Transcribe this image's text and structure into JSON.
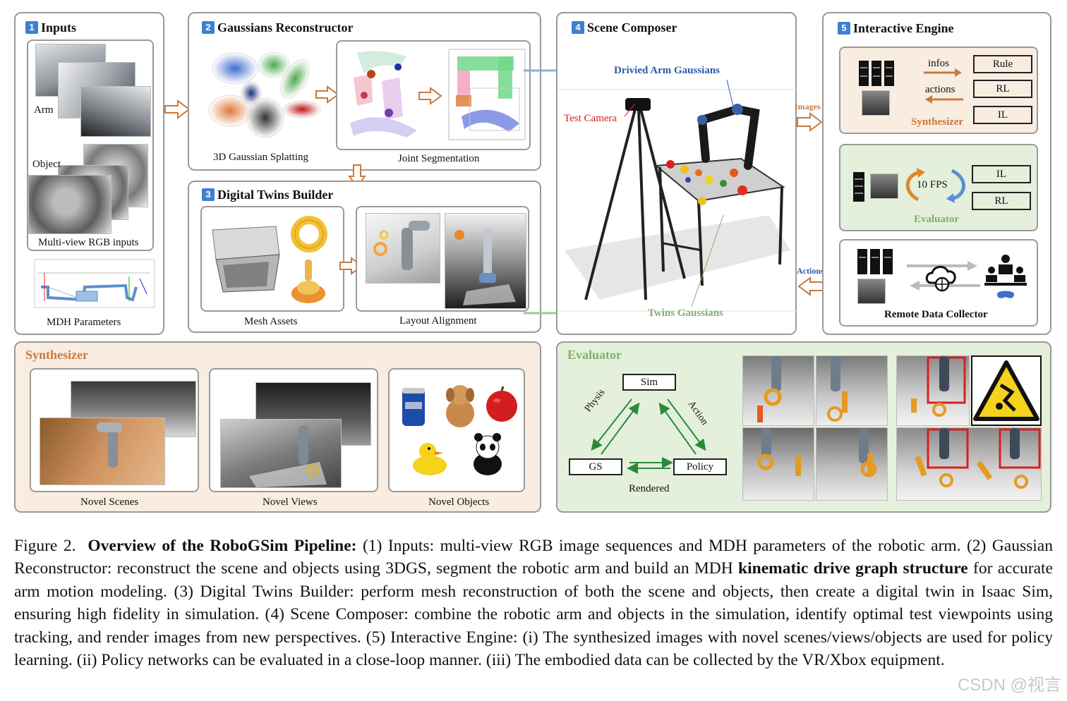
{
  "inputs": {
    "num": "1",
    "title": "Inputs",
    "arm_label": "Arm",
    "object_label": "Object",
    "multiview_label": "Multi-view RGB inputs",
    "mdh_label": "MDH Parameters"
  },
  "reconstructor": {
    "num": "2",
    "title": "Gaussians Reconstructor",
    "splat_label": "3D Gaussian Splatting",
    "seg_label": "Joint Segmentation"
  },
  "twins": {
    "num": "3",
    "title": "Digital Twins Builder",
    "mesh_label": "Mesh Assets",
    "layout_label": "Layout Alignment"
  },
  "composer": {
    "num": "4",
    "title": "Scene Composer",
    "arm_gauss": "Drivied Arm Gaussians",
    "test_camera": "Test Camera",
    "twins_gauss": "Twins Gaussians"
  },
  "engine": {
    "num": "5",
    "title": "Interactive  Engine",
    "infos": "infos",
    "actions": "actions",
    "rule": "Rule",
    "rl": "RL",
    "il": "IL",
    "synth_label": "Synthesizer",
    "fps": "10 FPS",
    "eval_il": "IL",
    "eval_rl": "RL",
    "eval_label": "Evaluator",
    "collector_label": "Remote Data Collector"
  },
  "flow": {
    "images": "Images",
    "actions": "Actions"
  },
  "synthesizer": {
    "title": "Synthesizer",
    "novel_scenes": "Novel Scenes",
    "novel_views": "Novel Views",
    "novel_objects": "Novel Objects"
  },
  "evaluator": {
    "title": "Evaluator",
    "sim": "Sim",
    "gs": "GS",
    "policy": "Policy",
    "physis": "Physis",
    "action": "Action",
    "rendered": "Rendered"
  },
  "caption": {
    "fig": "Figure 2.",
    "bold1": "Overview of the RoboGSim Pipeline:",
    "part1": "(1) Inputs: multi-view RGB image sequences and MDH parameters of the robotic arm. (2) Gaussian Reconstructor: reconstruct the scene and objects using 3DGS, segment the robotic arm and build an MDH",
    "bold2": "kinematic drive graph structure",
    "part2": "for accurate arm motion modeling. (3) Digital Twins Builder: perform mesh reconstruction of both the scene and objects, then create a digital twin in Isaac Sim, ensuring high fidelity in simulation.  (4) Scene Composer:  combine the robotic arm and objects in the simulation, identify optimal test viewpoints using tracking, and render images from new perspectives.  (5) Interactive Engine:  (i) The synthesized images with novel scenes/views/objects are used for policy learning. (ii) Policy networks can be evaluated in a close-loop manner. (iii) The embodied data can be collected by the VR/Xbox equipment."
  },
  "watermark": "CSDN @视言",
  "colors": {
    "badge": "#3f7fd0",
    "synth_bg": "#f9ece1",
    "eval_bg": "#e4f0dc",
    "orange": "#c87a3e",
    "green": "#7fb069",
    "blue_title": "#2b5aa8",
    "red": "#d62020"
  }
}
